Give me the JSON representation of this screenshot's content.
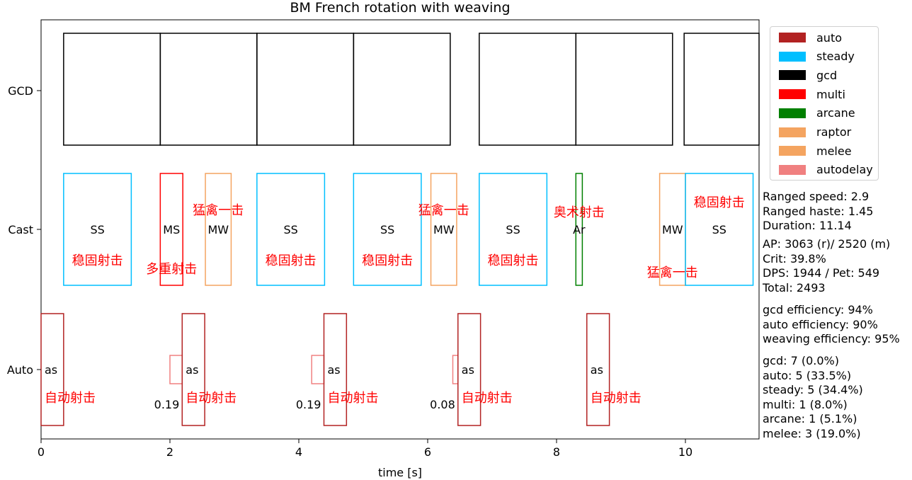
{
  "chart_data": {
    "type": "timeline",
    "title": "BM French rotation with weaving",
    "xlabel": "time [s]",
    "xlim": [
      0,
      11.14
    ],
    "x_ticks": [
      0,
      2,
      4,
      6,
      8,
      10
    ],
    "rows": [
      "GCD",
      "Cast",
      "Auto"
    ],
    "colors": {
      "auto": "#b22222",
      "steady": "#00bfff",
      "gcd": "#000000",
      "multi": "#ff0000",
      "arcane": "#008000",
      "raptor": "#f4a460",
      "melee": "#f4a460",
      "autodelay": "#f08080",
      "annotation": "#ff0000"
    },
    "gcd_bars": [
      {
        "start": 0.35,
        "end": 1.85
      },
      {
        "start": 1.85,
        "end": 3.35
      },
      {
        "start": 3.35,
        "end": 4.85
      },
      {
        "start": 4.85,
        "end": 6.35
      },
      {
        "start": 6.8,
        "end": 8.3
      },
      {
        "start": 8.3,
        "end": 9.8
      },
      {
        "start": 9.98,
        "end": 11.48
      }
    ],
    "cast_bars": [
      {
        "start": 0.35,
        "end": 1.4,
        "kind": "steady",
        "label": "SS",
        "cn": "稳固射击"
      },
      {
        "start": 1.85,
        "end": 2.2,
        "kind": "multi",
        "label": "MS",
        "cn": "多重射击"
      },
      {
        "start": 2.55,
        "end": 2.95,
        "kind": "raptor",
        "label": "MW",
        "cn": "猛禽一击"
      },
      {
        "start": 3.35,
        "end": 4.4,
        "kind": "steady",
        "label": "SS",
        "cn": "稳固射击"
      },
      {
        "start": 4.85,
        "end": 5.9,
        "kind": "steady",
        "label": "SS",
        "cn": "稳固射击"
      },
      {
        "start": 6.05,
        "end": 6.45,
        "kind": "raptor",
        "label": "MW",
        "cn": "猛禽一击"
      },
      {
        "start": 6.8,
        "end": 7.85,
        "kind": "steady",
        "label": "SS",
        "cn": "稳固射击"
      },
      {
        "start": 8.3,
        "end": 8.4,
        "kind": "arcane",
        "label": "Ar",
        "cn": "奥术射击"
      },
      {
        "start": 9.6,
        "end": 10.0,
        "kind": "raptor",
        "label": "MW",
        "cn": "猛禽一击"
      },
      {
        "start": 10.0,
        "end": 11.05,
        "kind": "steady",
        "label": "SS",
        "cn": "稳固射击"
      }
    ],
    "auto_bars": [
      {
        "start": 0.0,
        "end": 0.35,
        "label": "as",
        "cn": "自动射击"
      },
      {
        "start": 2.19,
        "end": 2.54,
        "label": "as",
        "cn": "自动射击"
      },
      {
        "start": 4.39,
        "end": 4.74,
        "label": "as",
        "cn": "自动射击"
      },
      {
        "start": 6.47,
        "end": 6.82,
        "label": "as",
        "cn": "自动射击"
      },
      {
        "start": 8.47,
        "end": 8.82,
        "label": "as",
        "cn": "自动射击"
      }
    ],
    "autodelay_bars": [
      {
        "start": 2.0,
        "end": 2.19,
        "label": "0.19"
      },
      {
        "start": 4.2,
        "end": 4.39,
        "label": "0.19"
      },
      {
        "start": 6.39,
        "end": 6.47,
        "label": "0.08"
      }
    ],
    "legend": [
      {
        "name": "auto",
        "color": "#b22222"
      },
      {
        "name": "steady",
        "color": "#00bfff"
      },
      {
        "name": "gcd",
        "color": "#000000"
      },
      {
        "name": "multi",
        "color": "#ff0000"
      },
      {
        "name": "arcane",
        "color": "#008000"
      },
      {
        "name": "raptor",
        "color": "#f4a460"
      },
      {
        "name": "melee",
        "color": "#f4a460"
      },
      {
        "name": "autodelay",
        "color": "#f08080"
      }
    ],
    "legend_position": "upper-right-outside",
    "stats": {
      "block1": [
        "Ranged speed: 2.9",
        "Ranged haste: 1.45",
        "Duration: 11.14"
      ],
      "block2": [
        "AP: 3063 (r)/ 2520 (m)",
        "Crit: 39.8%",
        "DPS: 1944 / Pet: 549",
        "Total: 2493"
      ],
      "block3": [
        "gcd efficiency: 94%",
        "auto efficiency: 90%",
        "weaving efficiency: 95%"
      ],
      "block4": [
        "gcd: 7 (0.0%)",
        "auto: 5 (33.5%)",
        "steady: 5 (34.4%)",
        "multi: 1 (8.0%)",
        "arcane: 1 (5.1%)",
        "melee: 3 (19.0%)"
      ]
    }
  }
}
